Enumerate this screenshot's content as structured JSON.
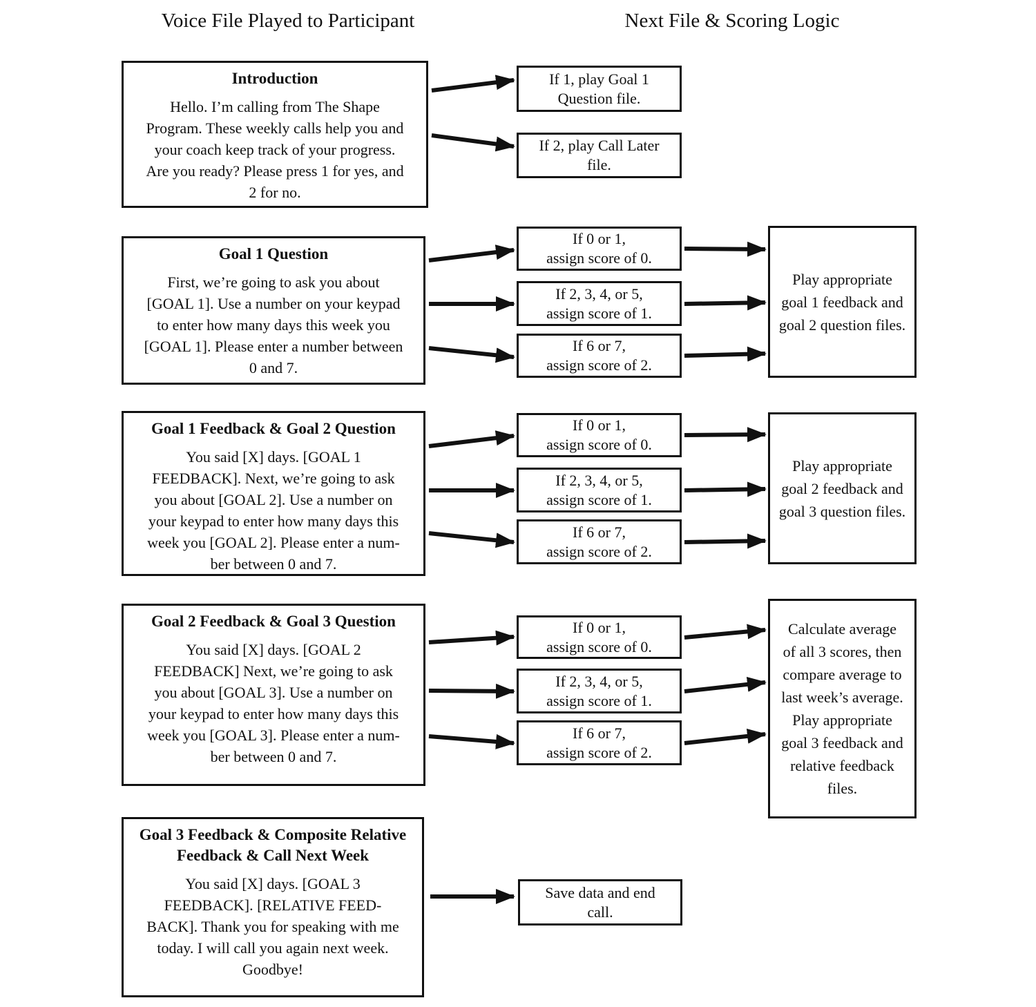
{
  "colors": {
    "ink": "#111111",
    "background": "#ffffff"
  },
  "column_headers": {
    "left": "Voice File Played to Participant",
    "right": "Next File & Scoring Logic"
  },
  "voice_files": {
    "intro": {
      "title": "Introduction",
      "script": "Hello. I’m calling from The Shape\nProgram. These weekly calls help you and\nyour coach keep track of your progress.\nAre you ready? Please press 1 for yes, and\n2 for no."
    },
    "goal1_question": {
      "title": "Goal 1 Question",
      "script": "First, we’re going to ask you about\n[GOAL 1].  Use a number on your keypad\nto enter how many days this week you\n[GOAL 1]. Please enter a number between\n0 and 7."
    },
    "goal1_feedback_goal2_question": {
      "title": "Goal 1 Feedback & Goal 2 Question",
      "script": "You said [X] days. [GOAL 1\nFEEDBACK]. Next, we’re going to ask\nyou about [GOAL 2].  Use a number on\nyour keypad to enter how many days this\nweek you [GOAL 2]. Please enter a num-\nber between 0 and 7."
    },
    "goal2_feedback_goal3_question": {
      "title": "Goal 2 Feedback & Goal 3 Question",
      "script": "You said [X] days. [GOAL 2\nFEEDBACK] Next, we’re going to ask\nyou about [GOAL 3].  Use a number on\nyour keypad to enter how many days this\nweek you [GOAL 3]. Please enter a num-\nber between 0 and 7."
    },
    "goal3_feedback_closing": {
      "title": "Goal 3 Feedback & Composite Relative\nFeedback & Call Next Week",
      "script": "You said [X] days. [GOAL 3\nFEEDBACK]. [RELATIVE FEED-\nBACK]. Thank you for speaking with me\ntoday. I will call you again next week.\nGoodbye!"
    }
  },
  "logic": {
    "intro_if1": "If 1, play Goal 1\nQuestion file.",
    "intro_if2": "If 2, play Call Later\nfile.",
    "goal1_rules": [
      "If 0 or 1,\nassign score of 0.",
      "If 2, 3, 4, or 5,\nassign score of 1.",
      "If 6 or 7,\nassign score of 2."
    ],
    "goal1_next": "Play appropriate\ngoal 1 feedback and\ngoal 2 question files.",
    "goal2_rules": [
      "If 0 or 1,\nassign score of 0.",
      "If 2, 3, 4, or 5,\nassign score of 1.",
      "If 6 or 7,\nassign score of 2."
    ],
    "goal2_next": "Play appropriate\ngoal 2 feedback and\ngoal 3 question files.",
    "goal3_rules": [
      "If 0 or 1,\nassign score of 0.",
      "If 2, 3, 4, or 5,\nassign score of 1.",
      "If 6 or 7,\nassign score of 2."
    ],
    "goal3_next": "Calculate average\nof all 3 scores, then\ncompare average to\nlast week’s average.\nPlay appropriate\ngoal 3 feedback and\nrelative feedback\nfiles.",
    "end": "Save data and end\ncall."
  }
}
